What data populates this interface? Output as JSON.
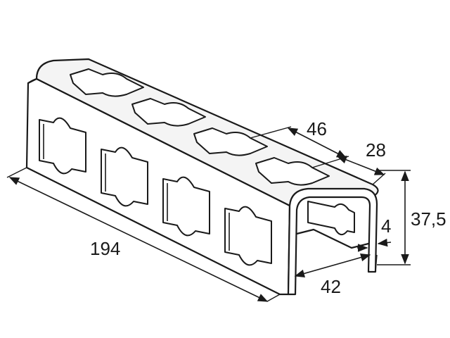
{
  "dimensions": {
    "length": "194",
    "hole_pitch": "46",
    "width_top": "28",
    "height": "37,5",
    "wall_thickness": "4",
    "width_bottom": "42"
  },
  "colors": {
    "line": "#1a1a1a",
    "background": "#ffffff"
  }
}
